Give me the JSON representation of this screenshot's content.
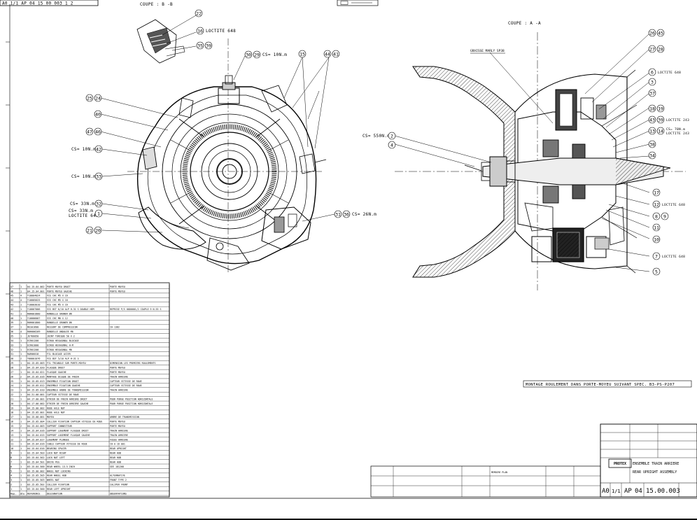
{
  "header": {
    "drawing_ref_top": "A0 1/1 AP 04 15 00 003 1 2",
    "section_b": "COUPE : B -B",
    "section_a": "COUPE : A -A"
  },
  "view_b": {
    "torques": {
      "t30": "CS= 10N.m",
      "t42": "CS= 10N.m",
      "t33": "CS= 10N.m",
      "t32": "CS= 33N.m",
      "t1a": "CS= 33N.m",
      "t1b": "LOCTITE 648",
      "t31": "CS= 26N.m"
    },
    "loctite_16": "LOCTITE 648",
    "balloons": {
      "b22": "22",
      "b16": "16",
      "b35": "35",
      "b39": "39",
      "b30": "30",
      "b29": "29",
      "b15": "15",
      "b44": "44",
      "b41": "41",
      "b25": "25",
      "b24": "24",
      "b40": "40",
      "b47": "47",
      "b46": "46",
      "b42": "42",
      "b33": "33",
      "b32": "32",
      "b1": "1",
      "b21": "21",
      "b20": "20",
      "b31": "31",
      "b36": "36"
    }
  },
  "view_a": {
    "grease": "GRAISSE MARLY SP38",
    "torque_2": "CS= 550N.m",
    "loctite_6": "LOCTITE 648",
    "loctite_39": "LOCTITE 243",
    "cs_14a": "CS= 70N.m",
    "cs_14b": "LOCTITE 243",
    "loctite_12": "LOCTITE 648",
    "loctite_7": "LOCTITE 648",
    "balloons": {
      "b26": "26",
      "b45": "45",
      "b27": "27",
      "b28": "28",
      "b6": "6",
      "b3": "3",
      "b37": "37",
      "b18": "18",
      "b19": "19",
      "b43": "43",
      "b39": "39",
      "b13": "13",
      "b14": "14",
      "b38": "38",
      "b34": "34",
      "b2": "2",
      "b4": "4",
      "b17": "17",
      "b12": "12",
      "b8": "8",
      "b9": "9",
      "b11": "11",
      "b10": "10",
      "b7": "7",
      "b5": "5"
    },
    "spec_note": "MONTAGE ROULEMENT DANS PORTE-MOYEU SUIVANT SPEC. B3-PS-P207"
  },
  "bom": {
    "rows": [
      [
        "47",
        "1",
        "04.15.04.002",
        "PORTE MOYEU DROIT",
        "PORTE MOYEU"
      ],
      [
        "46",
        "1",
        "04.15.04.001",
        "PORTE MOYEU GAUCHE",
        "PORTE MOYEU"
      ],
      [
        "45",
        "4",
        "Y10004024",
        "VIS CHC M5 X 16",
        ""
      ],
      [
        "44",
        "4",
        "Y10005025",
        "VIS CHC M5 X 16",
        ""
      ],
      [
        "43",
        "1",
        "Y10003010",
        "VIS CHC M5 X 16",
        ""
      ],
      [
        "42",
        "1",
        "Y10007006",
        "VIS BST 6/10 ALP H-31 S DOUBLE HEM",
        "REPRISE P/S 00D0001/1 COUPLE 9 N-55 S"
      ],
      [
        "41",
        "1",
        "R0H001800",
        "RONDELLE GROWER Ø6",
        ""
      ],
      [
        "40",
        "1",
        "Y10006007",
        "VIS CHC M6 X 12",
        ""
      ],
      [
        "39",
        "1",
        "R0H001800",
        "RONDELLE GROWER Ø6",
        ""
      ],
      [
        "37",
        "1",
        "RES01600",
        "RESSORT DE COMPRESSION",
        "CH 1382"
      ],
      [
        "36",
        "4",
        "R0H006209",
        "RONDELLE ONDULEE M6",
        ""
      ],
      [
        "35",
        "1",
        "JETOO050",
        "JOINT TORIQUE 50 X 2",
        ""
      ],
      [
        "34",
        "1",
        "ECR01200",
        "ECROU HEXAGONAL BLOCAGE",
        ""
      ],
      [
        "33",
        "1",
        "ECR01000",
        "ECROU HEXAGONAL H-M",
        ""
      ],
      [
        "32",
        "1",
        "ECR01200",
        "ECROU HEXAGONAL M6",
        ""
      ],
      [
        "31",
        "1",
        "RAR06010",
        "FIL BLOCAGE ACIER",
        ""
      ],
      [
        "30",
        "2",
        "Y00001076",
        "VIS BST 5/10 ALP H-31 S",
        ""
      ],
      [
        "29",
        "1",
        "04.15.05.003",
        "FIL TRIANGLE SUR PORTE-MOYEU",
        "DIMENSION LES PREMIERS ROULEMENTS"
      ],
      [
        "28",
        "1",
        "04.15.04.020",
        "FLASQUE DROIT",
        "PORTE MOYEU"
      ],
      [
        "27",
        "1",
        "04.15.04.021",
        "FLASQUE GAUCHE",
        "PORTE MOYEU"
      ],
      [
        "26",
        "2",
        "04.15.05.016",
        "MONTAGE DISQUE DE FREIN",
        "TRAIN ARRIERE"
      ],
      [
        "25",
        "1",
        "04.15.05.013",
        "ENSEMBLE FIXATION DROIT",
        "CAPTEUR VITESSE DE ROUE"
      ],
      [
        "24",
        "1",
        "04.15.05.012",
        "ENSEMBLE FIXATION GAUCHE",
        "CAPTEUR VITESSE DE ROUE"
      ],
      [
        "23",
        "1",
        "04.15.05.010",
        "ENSEMBLE ARBRE DE TRANSMISSION",
        "TRAIN ARRIERE"
      ],
      [
        "22",
        "1",
        "04.31.00.001",
        "CAPTEUR VITESSE DE ROUE",
        ""
      ],
      [
        "21",
        "1",
        "04.17.00.001",
        "ETRIER DE FREIN ARRIERE DROIT",
        "POUR PURGE POSITION HORIZONTALE"
      ],
      [
        "20",
        "1",
        "04.17.00.002",
        "ETRIER DE FREIN ARRIERE GAUCHE",
        "POUR PURGE POSITION HORIZONTALE"
      ],
      [
        "19",
        "1",
        "04.15.00.002",
        "ROUE AXLE NUT",
        ""
      ],
      [
        "18",
        "1",
        "04.15.05.001",
        "ROUE AXLE NUT",
        ""
      ],
      [
        "17",
        "1",
        "04.15.00.001",
        "MOYEU",
        "ARBRE DE TRANSMISSION"
      ],
      [
        "16",
        "1",
        "04.15.05.004",
        "COLLIER FIXATION CAPTEUR VITESSE DE ROUE",
        "PORTE MOYEU"
      ],
      [
        "15",
        "2",
        "04.15.04.003",
        "SUPPORT CONNECTEUR",
        "PORTE MOYEU"
      ],
      [
        "14",
        "1",
        "04.15.04.016",
        "SUPPORT LOGEMENT FLASQUE DROIT",
        "TRAIN ARRIERE"
      ],
      [
        "13",
        "1",
        "04.15.04.015",
        "SUPPORT LOGEMENT FLASQUE GAUCHE",
        "TRAIN ARRIERE"
      ],
      [
        "12",
        "1",
        "04.15.04.017",
        "LOGEMENT PLONGEE",
        "FUSEE ARRIERE"
      ],
      [
        "11",
        "1",
        "04.15.04.016",
        "CABLE CAPTEUR VITESSE DE ROUE",
        "CH-A 16 001"
      ],
      [
        "10",
        "1",
        "04.15.04.016",
        "BEARING SPACER",
        "REAR UPRIGHT"
      ],
      [
        "9",
        "1",
        "03.15.04.503",
        "LOCK NUT RIGHT",
        "REAR HUB"
      ],
      [
        "8",
        "1",
        "03.15.04.502",
        "LOCK NUT LEFT",
        "REAR HUB"
      ],
      [
        "7",
        "1",
        "03.15.04.501",
        "DRIVE PEG",
        "REAR HUB"
      ],
      [
        "6",
        "1",
        "03.15.04.500",
        "REAR WHEEL 13.5 INCH",
        "SEE 181208"
      ],
      [
        "5",
        "1",
        "03.15.00.002",
        "WHEEL NUT LOCKING",
        ""
      ],
      [
        "4",
        "1",
        "03.15.05.505",
        "REAR WHEEL HUB",
        "ALTERNATIVE"
      ],
      [
        "3",
        "1",
        "03.15.05.503",
        "WHEEL NUT",
        "FRONT TYPE 2"
      ],
      [
        "2",
        "1",
        "03.15.05.502",
        "COLLIER FIXATION",
        "CALIPER FRONT"
      ],
      [
        "1",
        "1",
        "03.15.04.500",
        "REAR LEFT UPRIGHT",
        ""
      ]
    ],
    "footer": [
      "Rep.",
      "Qte",
      "REFERENCE",
      "DESIGNATION",
      "OBSERVATIONS"
    ]
  },
  "title_block": {
    "title_line1": "ENSEMBLE TRAIN ARRIERE",
    "title_line2": "REAR UPRIGHT ASSEMBLY",
    "company": "PROTEX",
    "format": "A0",
    "sheet": "1/1",
    "number_prefix": "AP",
    "number_group": "04",
    "number_main": "15.00.003",
    "plan_note": "MEMOIRE PLAN"
  }
}
